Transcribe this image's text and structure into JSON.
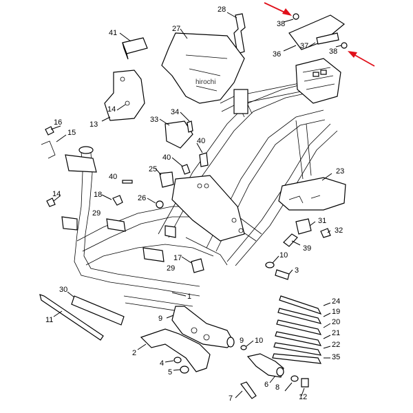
{
  "watermark": "hirochi",
  "colors": {
    "line": "#000000",
    "arrow": "#e0101a",
    "background": "#ffffff"
  },
  "callouts": {
    "c28": "28",
    "c38a": "38",
    "c38b": "38",
    "c37": "37",
    "c36": "36",
    "c41": "41",
    "c27": "27",
    "c14a": "14",
    "c13": "13",
    "c16": "16",
    "c15": "15",
    "c33": "33",
    "c34": "34",
    "c40a": "40",
    "c40b": "40",
    "c23": "23",
    "c25": "25",
    "c14b": "14",
    "c18": "18",
    "c26": "26",
    "c29a": "29",
    "c29b": "29",
    "c31": "31",
    "c32": "32",
    "c39": "39",
    "c17": "17",
    "c10a": "10",
    "c3": "3",
    "c30": "30",
    "c1": "1",
    "c24": "24",
    "c19": "19",
    "c20": "20",
    "c21": "21",
    "c22": "22",
    "c35": "35",
    "c11": "11",
    "c9a": "9",
    "c9b": "9",
    "c2": "2",
    "c10b": "10",
    "c4": "4",
    "c5": "5",
    "c6": "6",
    "c8": "8",
    "c7": "7",
    "c12": "12"
  }
}
